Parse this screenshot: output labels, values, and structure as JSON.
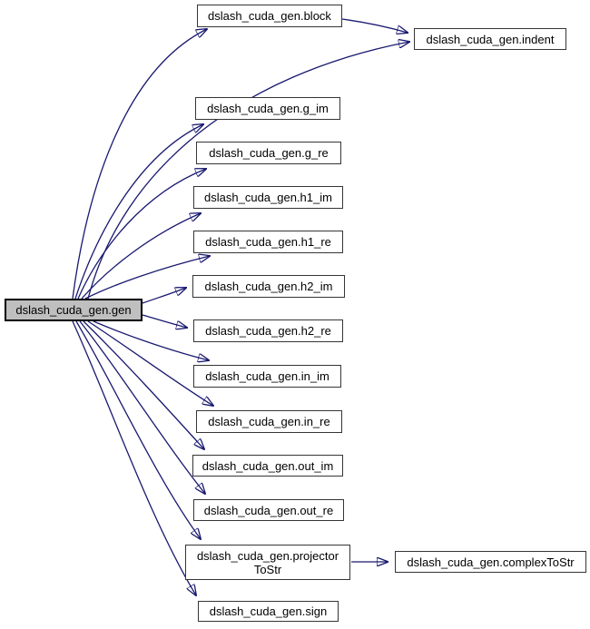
{
  "diagram": {
    "type": "call-graph",
    "colors": {
      "edge": "#191970",
      "node_border": "#353535",
      "node_fill": "#ffffff",
      "current_node_fill": "#bfbfbf",
      "background": "#ffffff"
    },
    "nodes": [
      {
        "id": "gen",
        "label": "dslash_cuda_gen.gen",
        "highlighted": true
      },
      {
        "id": "block",
        "label": "dslash_cuda_gen.block"
      },
      {
        "id": "indent",
        "label": "dslash_cuda_gen.indent"
      },
      {
        "id": "g_im",
        "label": "dslash_cuda_gen.g_im"
      },
      {
        "id": "g_re",
        "label": "dslash_cuda_gen.g_re"
      },
      {
        "id": "h1_im",
        "label": "dslash_cuda_gen.h1_im"
      },
      {
        "id": "h1_re",
        "label": "dslash_cuda_gen.h1_re"
      },
      {
        "id": "h2_im",
        "label": "dslash_cuda_gen.h2_im"
      },
      {
        "id": "h2_re",
        "label": "dslash_cuda_gen.h2_re"
      },
      {
        "id": "in_im",
        "label": "dslash_cuda_gen.in_im"
      },
      {
        "id": "in_re",
        "label": "dslash_cuda_gen.in_re"
      },
      {
        "id": "out_im",
        "label": "dslash_cuda_gen.out_im"
      },
      {
        "id": "out_re",
        "label": "dslash_cuda_gen.out_re"
      },
      {
        "id": "projectorToStr",
        "label": "dslash_cuda_gen.projector",
        "label2": "ToStr"
      },
      {
        "id": "complexToStr",
        "label": "dslash_cuda_gen.complexToStr"
      },
      {
        "id": "sign",
        "label": "dslash_cuda_gen.sign"
      }
    ],
    "edges": [
      {
        "from": "gen",
        "to": "block"
      },
      {
        "from": "gen",
        "to": "indent"
      },
      {
        "from": "block",
        "to": "indent"
      },
      {
        "from": "gen",
        "to": "g_im"
      },
      {
        "from": "gen",
        "to": "g_re"
      },
      {
        "from": "gen",
        "to": "h1_im"
      },
      {
        "from": "gen",
        "to": "h1_re"
      },
      {
        "from": "gen",
        "to": "h2_im"
      },
      {
        "from": "gen",
        "to": "h2_re"
      },
      {
        "from": "gen",
        "to": "in_im"
      },
      {
        "from": "gen",
        "to": "in_re"
      },
      {
        "from": "gen",
        "to": "out_im"
      },
      {
        "from": "gen",
        "to": "out_re"
      },
      {
        "from": "gen",
        "to": "projectorToStr"
      },
      {
        "from": "gen",
        "to": "sign"
      },
      {
        "from": "projectorToStr",
        "to": "complexToStr"
      }
    ]
  }
}
